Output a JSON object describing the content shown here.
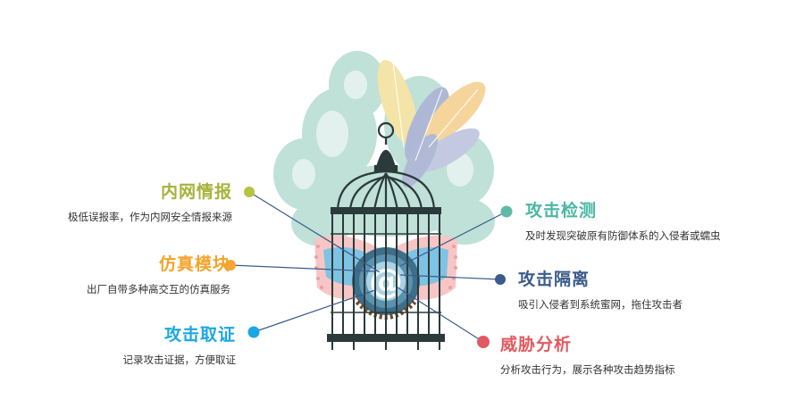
{
  "colors": {
    "intranet": "#b7c23f",
    "simulation": "#f7a535",
    "forensics": "#1aa7e6",
    "detection": "#5ebaa8",
    "isolation": "#3b5b8c",
    "threat": "#e25a5f",
    "cage": "#2b3a3a",
    "mint": "#b8ddd3",
    "orb": "#3d6e8a"
  },
  "center": {
    "symbol": "@",
    "icon": "birdcage-icon"
  },
  "features": {
    "intranet": {
      "title": "内网情报",
      "desc": "极低误报率，作为内网安全情报来源"
    },
    "simulation": {
      "title": "仿真模块",
      "desc": "出厂自带多种高交互的仿真服务"
    },
    "forensics": {
      "title": "攻击取证",
      "desc": "记录攻击证据，方便取证"
    },
    "detection": {
      "title": "攻击检测",
      "desc": "及时发现突破原有防御体系的入侵者或蠕虫"
    },
    "isolation": {
      "title": "攻击隔离",
      "desc": "吸引入侵者到系统蜜网，拖住攻击者"
    },
    "threat": {
      "title": "威胁分析",
      "desc": "分析攻击行为，展示各种攻击趋势指标"
    }
  }
}
